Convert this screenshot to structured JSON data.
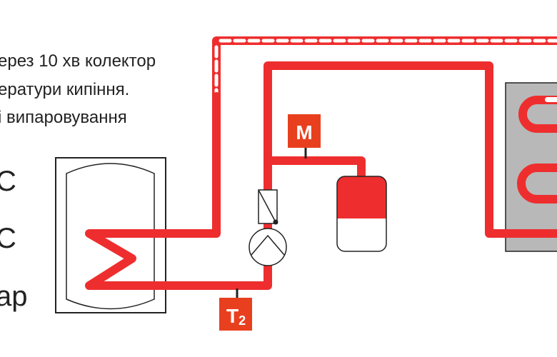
{
  "description_text": {
    "lines": [
      "ерез 10 хв колектор",
      "ератури кипіння.",
      "і випаровування"
    ]
  },
  "values": {
    "line1": "С",
    "line2": "С",
    "line3": "ар"
  },
  "sensors": {
    "manometer": "M",
    "temp_sensor": "T",
    "temp_sensor_sub": "2"
  },
  "colors": {
    "pipe": "#ee2e2e",
    "sensor_box": "#e8401f",
    "collector_panel": "#b8b8b8"
  }
}
